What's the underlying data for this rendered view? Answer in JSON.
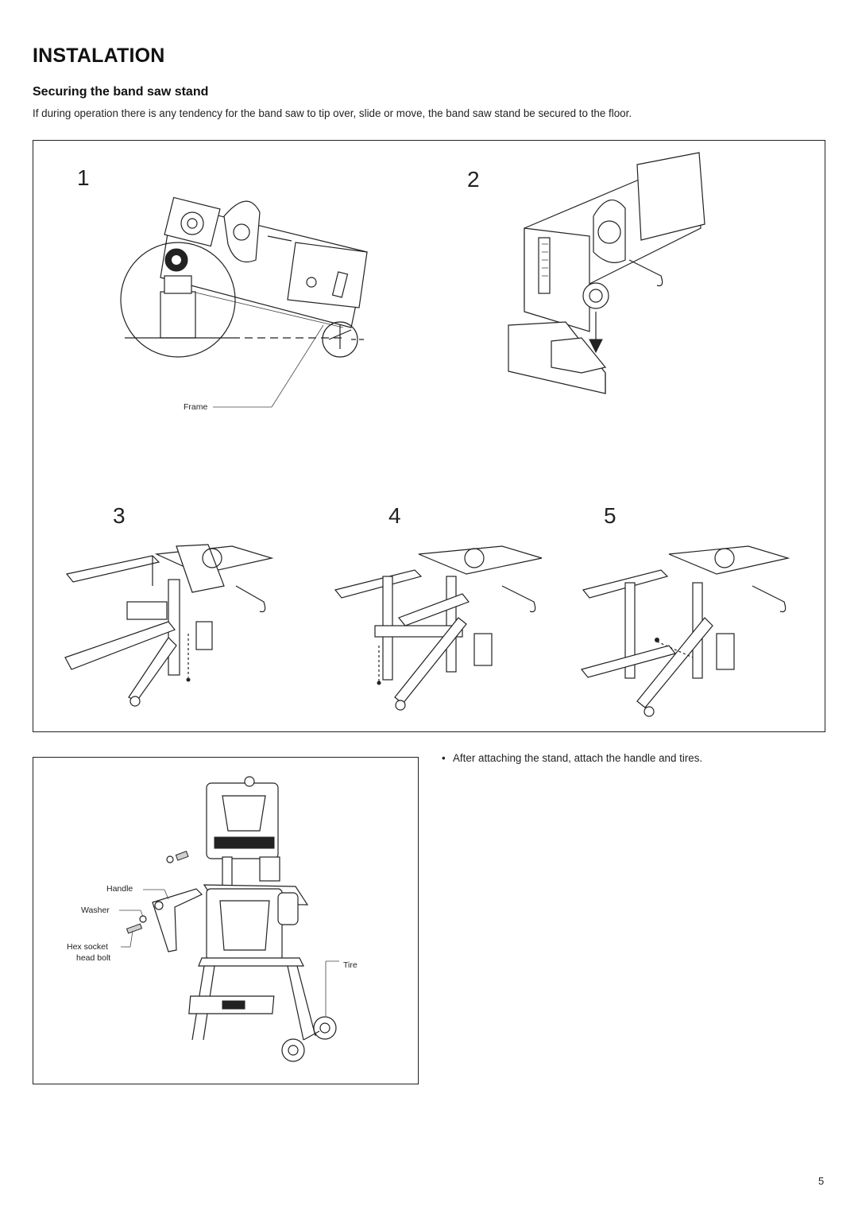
{
  "header": {
    "title": "INSTALATION",
    "subtitle": "Securing the band saw stand",
    "intro": "If during operation there is any tendency for the band saw to tip over, slide or move, the band saw stand be secured to the floor."
  },
  "figure_steps": {
    "step1": "1",
    "step2": "2",
    "step3": "3",
    "step4": "4",
    "step5": "5",
    "frame_label": "Frame"
  },
  "handle_figure": {
    "handle_label": "Handle",
    "washer_label": "Washer",
    "hex_bolt_line1": "Hex socket",
    "hex_bolt_line2": "head bolt",
    "tire_label": "Tire"
  },
  "note": {
    "bullet": "•",
    "text": "After attaching the stand, attach the handle and tires."
  },
  "footer": {
    "page_number": "5"
  }
}
